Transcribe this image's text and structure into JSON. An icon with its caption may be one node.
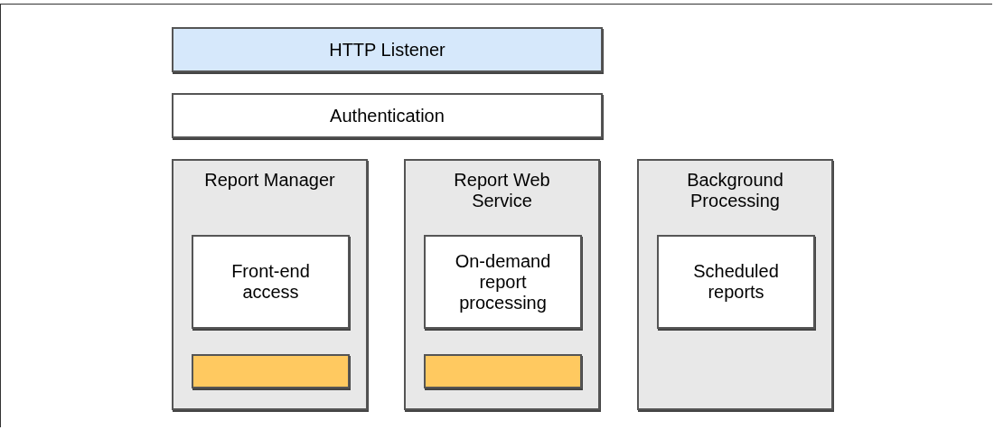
{
  "diagram": {
    "nodes": [
      {
        "text": [
          "HTTP Listener"
        ]
      },
      {
        "text": [
          "Authentication"
        ]
      },
      {
        "text": [
          "Report Manager"
        ]
      },
      {
        "text": [
          "Front-end access"
        ],
        "in": 2
      },
      {
        "text": [],
        "shape": "box",
        "in": 2
      },
      {
        "text": [
          "Report Web Service"
        ]
      },
      {
        "text": [
          "On-demand report processing"
        ],
        "in": 5
      },
      {
        "text": [],
        "shape": "box",
        "in": 5
      },
      {
        "text": [
          "Background Processing"
        ]
      },
      {
        "text": [
          "Scheduled reports"
        ],
        "in": 8
      }
    ]
  }
}
